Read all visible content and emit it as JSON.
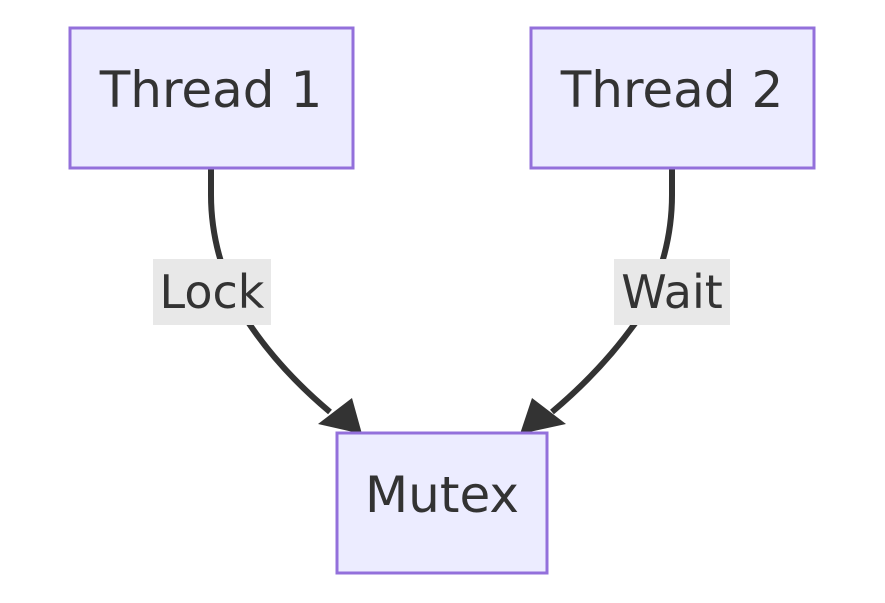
{
  "nodes": {
    "thread1": {
      "label": "Thread 1"
    },
    "thread2": {
      "label": "Thread 2"
    },
    "mutex": {
      "label": "Mutex"
    }
  },
  "edges": [
    {
      "from": "thread1",
      "to": "mutex",
      "label": "Lock"
    },
    {
      "from": "thread2",
      "to": "mutex",
      "label": "Wait"
    }
  ],
  "colors": {
    "node_fill": "#ececff",
    "node_border": "#9370db",
    "edge": "#333333",
    "edge_label_bg": "#e8e8e8",
    "text": "#333333"
  }
}
